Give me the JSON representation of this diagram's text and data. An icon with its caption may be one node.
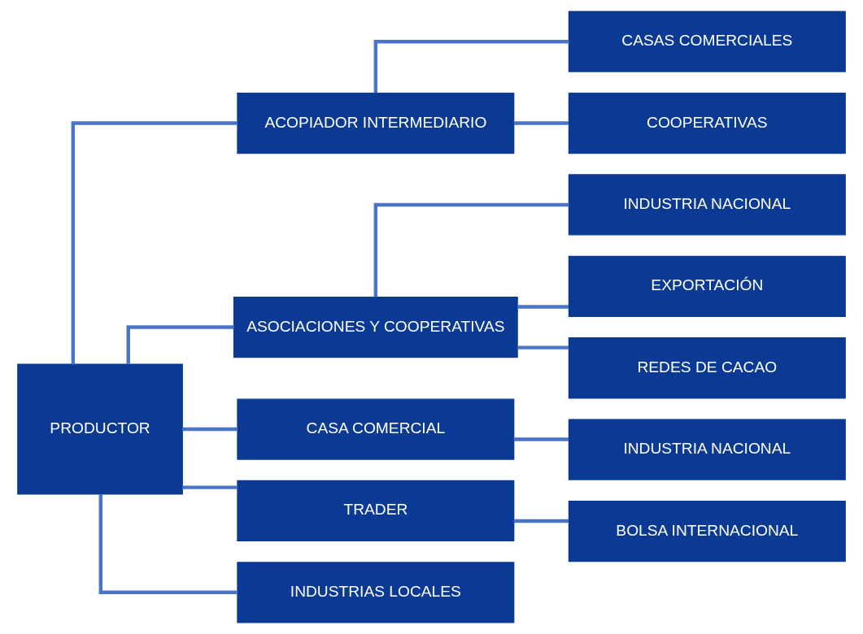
{
  "diagram": {
    "nodes": [
      {
        "text": [
          "PRODUCTOR"
        ]
      },
      {
        "text": [
          "ACOPIADOR INTERMEDIARIO"
        ]
      },
      {
        "text": [
          "CASAS COMERCIALES"
        ]
      },
      {
        "text": [
          "COOPERATIVAS"
        ]
      },
      {
        "text": [
          "ASOCIACIONES Y COOPERATIVAS"
        ]
      },
      {
        "text": [
          "INDUSTRIA NACIONAL"
        ]
      },
      {
        "text": [
          "EXPORTACIÓN"
        ]
      },
      {
        "text": [
          "REDES DE CACAO"
        ]
      },
      {
        "text": [
          "CASA COMERCIAL"
        ]
      },
      {
        "text": [
          "INDUSTRIA NACIONAL"
        ]
      },
      {
        "text": [
          "TRADER"
        ]
      },
      {
        "text": [
          "BOLSA INTERNACIONAL"
        ]
      },
      {
        "text": [
          "INDUSTRIAS LOCALES"
        ]
      }
    ],
    "edges": [
      {
        "from": 0,
        "to": 1,
        "arrow": "none"
      },
      {
        "from": 0,
        "to": 4,
        "arrow": "none"
      },
      {
        "from": 0,
        "to": 8,
        "arrow": "none"
      },
      {
        "from": 0,
        "to": 10,
        "arrow": "none"
      },
      {
        "from": 0,
        "to": 12,
        "arrow": "none"
      },
      {
        "from": 1,
        "to": 2,
        "arrow": "none"
      },
      {
        "from": 1,
        "to": 3,
        "arrow": "none"
      },
      {
        "from": 4,
        "to": 5,
        "arrow": "none"
      },
      {
        "from": 4,
        "to": 6,
        "arrow": "none"
      },
      {
        "from": 4,
        "to": 7,
        "arrow": "none"
      },
      {
        "from": 8,
        "to": 9,
        "arrow": "none"
      },
      {
        "from": 10,
        "to": 11,
        "arrow": "none"
      }
    ]
  }
}
